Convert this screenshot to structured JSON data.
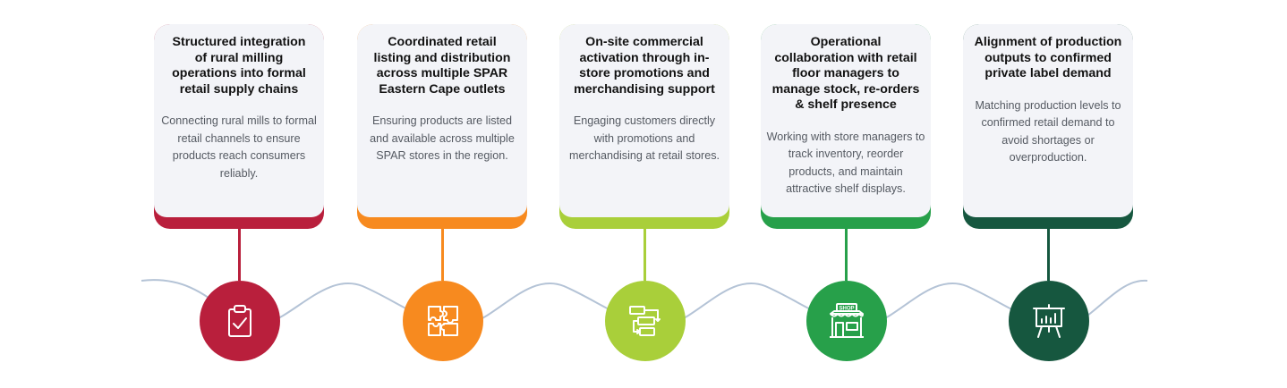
{
  "steps": [
    {
      "title": "Structured integration of rural milling operations into formal retail supply chains",
      "description": "Connecting rural mills to formal retail channels to ensure products reach consumers reliably.",
      "color": "#b91f3c",
      "icon": "clipboard-check-icon"
    },
    {
      "title": "Coordinated retail listing and distribution across multiple SPAR Eastern Cape outlets",
      "description": "Ensuring products are listed and available across multiple SPAR stores in the region.",
      "color": "#f78a1f",
      "icon": "puzzle-icon"
    },
    {
      "title": "On-site commercial activation through in-store promotions and merchandising support",
      "description": "Engaging customers directly with promotions and merchandising at retail stores.",
      "color": "#a9cf3a",
      "icon": "flow-process-icon"
    },
    {
      "title": "Operational collaboration with retail floor managers to manage stock, re-orders & shelf presence",
      "description": "Working with store managers to track inventory, reorder products, and maintain attractive shelf displays.",
      "color": "#27a04a",
      "icon": "shop-icon",
      "icon_text": "SHOP"
    },
    {
      "title": "Alignment of production outputs to confirmed private label demand",
      "description": "Matching production levels to confirmed retail demand to avoid shortages or overproduction.",
      "color": "#16573f",
      "icon": "presentation-chart-icon"
    }
  ],
  "connector_color": "#b4c3d6"
}
